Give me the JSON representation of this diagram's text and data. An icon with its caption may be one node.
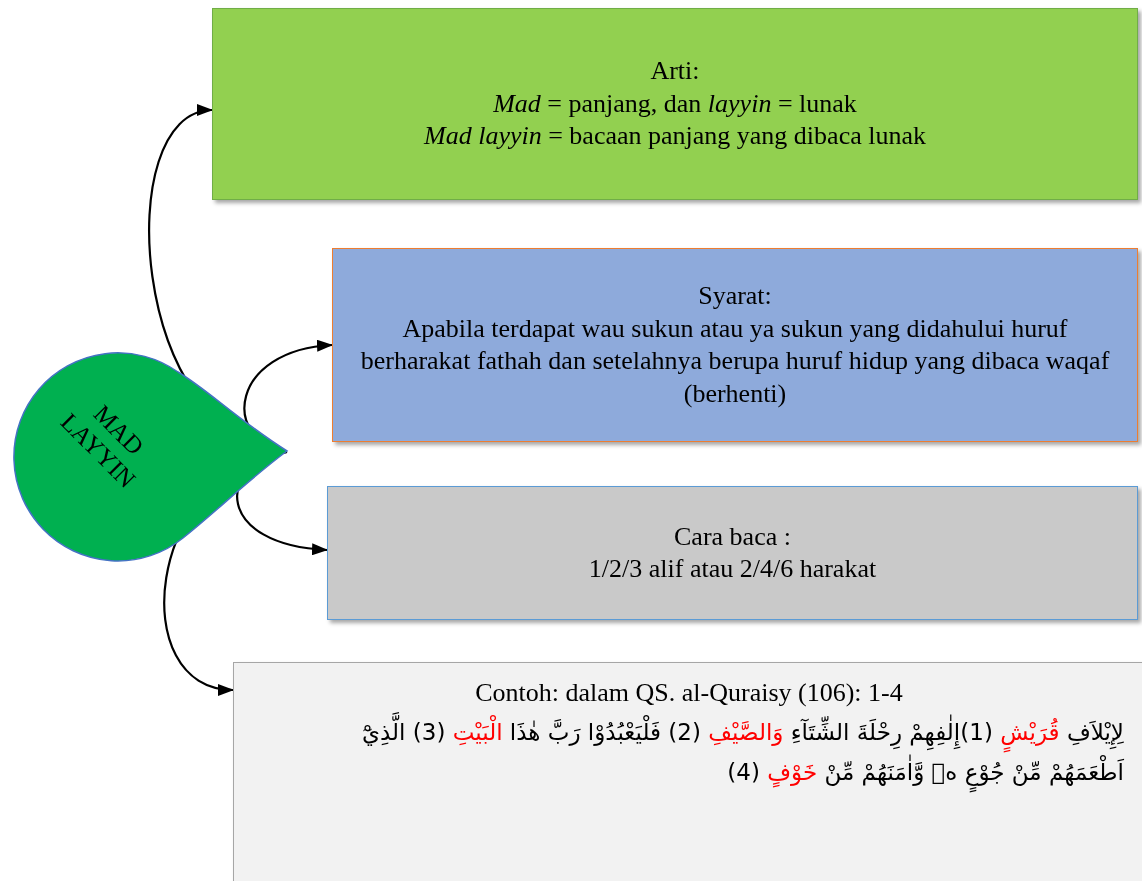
{
  "diagram": {
    "nodes": [
      {
        "text": [
          "MAD LAYYIN"
        ]
      },
      {
        "text": [
          "Arti:",
          "*Mad* = panjang, dan *layyin* =  lunak",
          "*Mad layyin* = bacaan panjang yang dibaca lunak"
        ]
      },
      {
        "text": [
          "Syarat:",
          "Apabila terdapat wau sukun atau ya sukun yang didahului huruf berharakat fathah dan setelahnya berupa huruf hidup yang dibaca waqaf (berhenti)"
        ]
      },
      {
        "text": [
          "Cara baca :",
          "1/2/3 alif atau 2/4/6 harakat"
        ]
      },
      {
        "text": [
          "Contoh: dalam QS. al-Quraisy (106): 1-4",
          "لِإِيْلاَفِ",
          "قُرَيْشٍ",
          "(1)إِلٰفِهِمْ رِحْلَةَ الشِّتَآءِ",
          "وَالصَّيْفِ",
          "(2) فَلْيَعْبُدُوْا رَبَّ هٰذَا",
          "الْبَيْتِ",
          "(3) الَّذِيْٓ اَطْعَمَهُمْ مِّنْ جُوْعٍ ەۙ وَّاٰمَنَهُمْ مِّنْ",
          "خَوْفٍ",
          "(4)"
        ]
      }
    ],
    "edges": [
      {
        "from": 0,
        "to": 1,
        "arrow": "to"
      },
      {
        "from": 0,
        "to": 2,
        "arrow": "to"
      },
      {
        "from": 0,
        "to": 3,
        "arrow": "to"
      },
      {
        "from": 0,
        "to": 4,
        "arrow": "to"
      }
    ]
  }
}
